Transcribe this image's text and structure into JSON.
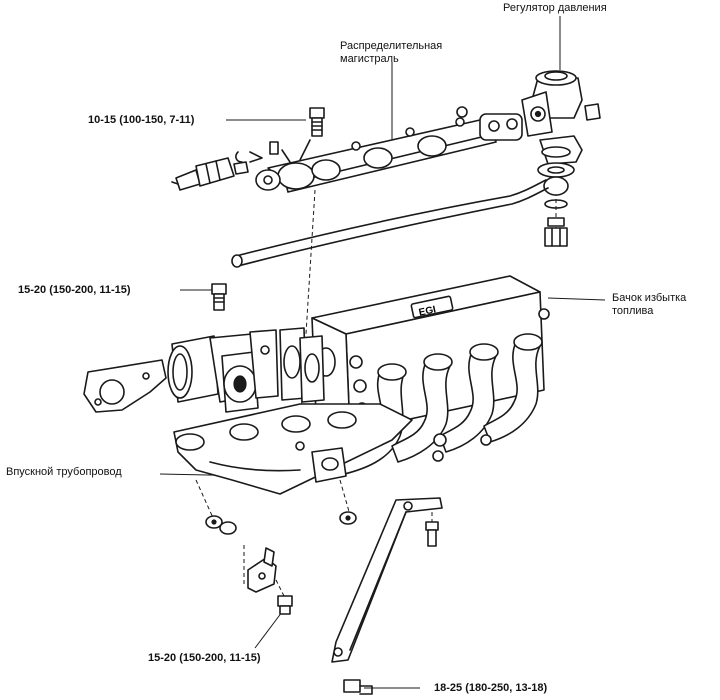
{
  "labels": {
    "pressure_regulator": "Регулятор давления",
    "fuel_rail_line1": "Распределительная",
    "fuel_rail_line2": "магистраль",
    "torque_top": "10-15 (100-150, 7-11)",
    "torque_throttle": "15-20 (150-200, 11-15)",
    "overflow_tank_line1": "Бачок избытка",
    "overflow_tank_line2": "топлива",
    "intake_manifold": "Впускной трубопровод",
    "torque_bottom_left": "15-20 (150-200, 11-15)",
    "torque_bottom_right": "18-25 (180-250, 13-18)"
  },
  "plenum_marking": "EGI"
}
